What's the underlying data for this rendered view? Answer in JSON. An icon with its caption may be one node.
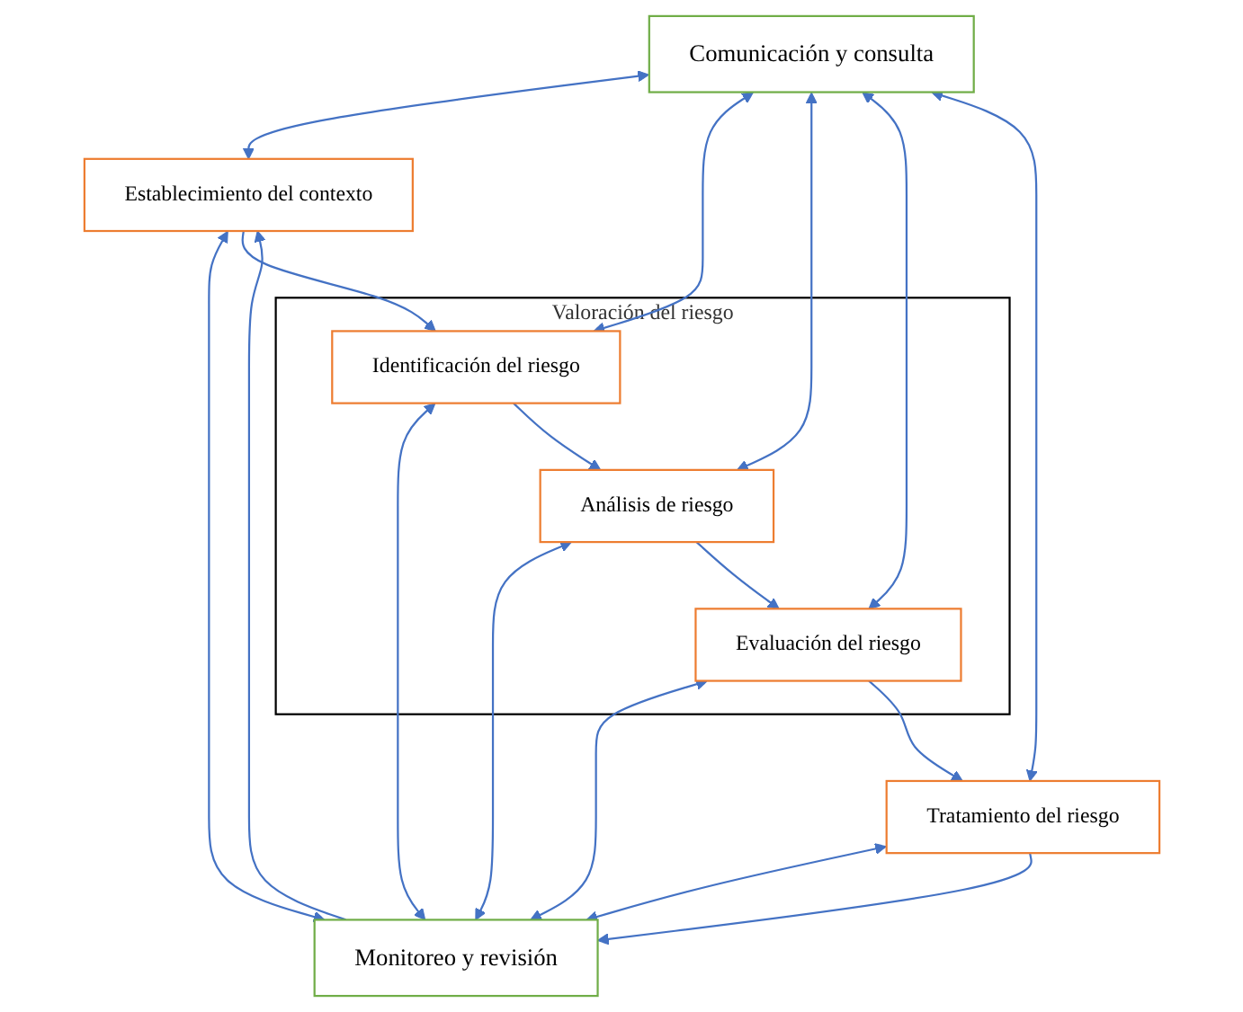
{
  "diagram": {
    "nodes": [
      {
        "text": [
          "Comunicación y consulta"
        ]
      },
      {
        "text": [
          "Establecimiento del contexto"
        ]
      },
      {
        "text": [
          "Valoración del riesgo"
        ]
      },
      {
        "text": [
          "Identificación del riesgo"
        ],
        "in": 2
      },
      {
        "text": [
          "Análisis de riesgo"
        ],
        "in": 2
      },
      {
        "text": [
          "Evaluación del riesgo"
        ],
        "in": 2
      },
      {
        "text": [
          "Tratamiento del riesgo"
        ]
      },
      {
        "text": [
          "Monitoreo y revisión"
        ]
      }
    ],
    "edges": [
      {
        "from": 0,
        "to": 1,
        "arrow": "both"
      },
      {
        "from": 1,
        "to": 7,
        "arrow": "both"
      },
      {
        "from": 1,
        "to": 3,
        "arrow": "to"
      },
      {
        "from": 0,
        "to": 3,
        "arrow": "both"
      },
      {
        "from": 3,
        "to": 7,
        "arrow": "both"
      },
      {
        "from": 3,
        "to": 4,
        "arrow": "to"
      },
      {
        "from": 0,
        "to": 4,
        "arrow": "both"
      },
      {
        "from": 4,
        "to": 7,
        "arrow": "both"
      },
      {
        "from": 4,
        "to": 5,
        "arrow": "to"
      },
      {
        "from": 0,
        "to": 5,
        "arrow": "both"
      },
      {
        "from": 5,
        "to": 7,
        "arrow": "both"
      },
      {
        "from": 5,
        "to": 6,
        "arrow": "to"
      },
      {
        "from": 0,
        "to": 6,
        "arrow": "both"
      },
      {
        "from": 6,
        "to": 7,
        "arrow": "both"
      },
      {
        "from": 6,
        "to": 7,
        "arrow": "to"
      },
      {
        "from": 7,
        "to": 1,
        "arrow": "to"
      }
    ]
  }
}
